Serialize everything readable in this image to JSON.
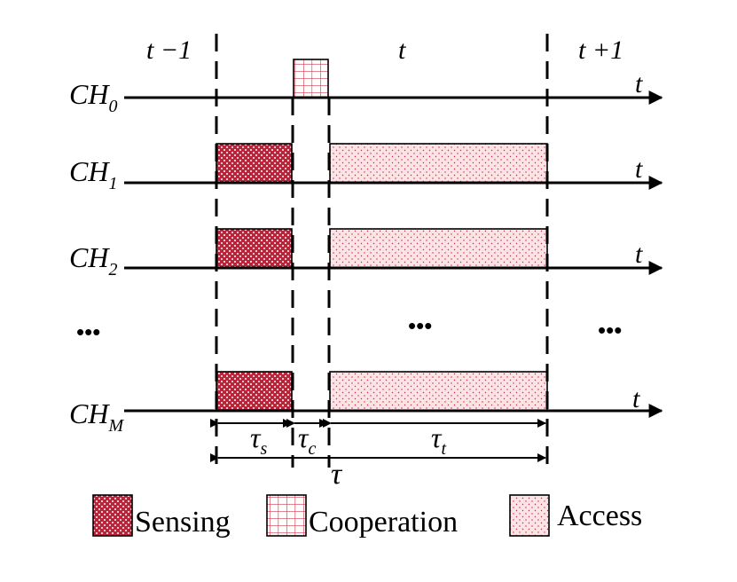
{
  "slots": {
    "prev": "t −1",
    "current": "t",
    "next": "t +1"
  },
  "channels": [
    {
      "name": "CH",
      "sub": "0"
    },
    {
      "name": "CH",
      "sub": "1"
    },
    {
      "name": "CH",
      "sub": "2"
    },
    {
      "name": "CH",
      "sub": "M"
    }
  ],
  "axis_label": "t",
  "ellipsis": "•••",
  "durations": {
    "sensing": "s",
    "cooperation": "c",
    "access": "t",
    "frame": "τ",
    "tau": "τ"
  },
  "legend": {
    "sensing": "Sensing",
    "cooperation": "Cooperation",
    "access": "Access"
  },
  "colors": {
    "accent": "#c8283c",
    "access_fill": "#fbe3e6",
    "sensing_fill": "#b8243a"
  }
}
